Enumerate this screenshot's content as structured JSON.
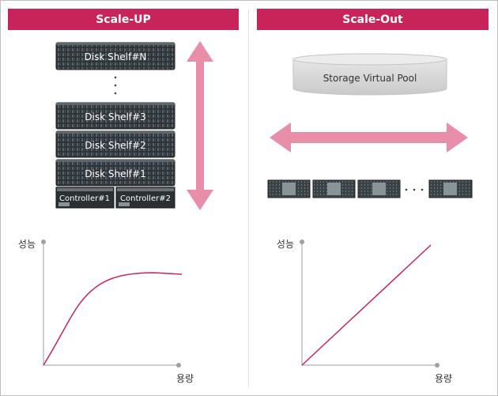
{
  "left_panel": {
    "title": "Scale-UP",
    "shelves": [
      "Disk Shelf#N",
      "Disk Shelf#3",
      "Disk Shelf#2",
      "Disk Shelf#1"
    ],
    "controllers": [
      "Controller#1",
      "Controller#2"
    ],
    "graph": {
      "ylabel": "성능",
      "xlabel": "용량",
      "curve": "saturating"
    }
  },
  "right_panel": {
    "title": "Scale-Out",
    "pool_label": "Storage Virtual Pool",
    "server_count_shown": 4,
    "graph": {
      "ylabel": "성능",
      "xlabel": "용량",
      "curve": "linear"
    }
  },
  "colors": {
    "accent": "#c8245a",
    "arrow": "#e98ea8",
    "shelf_dark": "#2e3437",
    "pool_gray": "#d6d6d6"
  }
}
